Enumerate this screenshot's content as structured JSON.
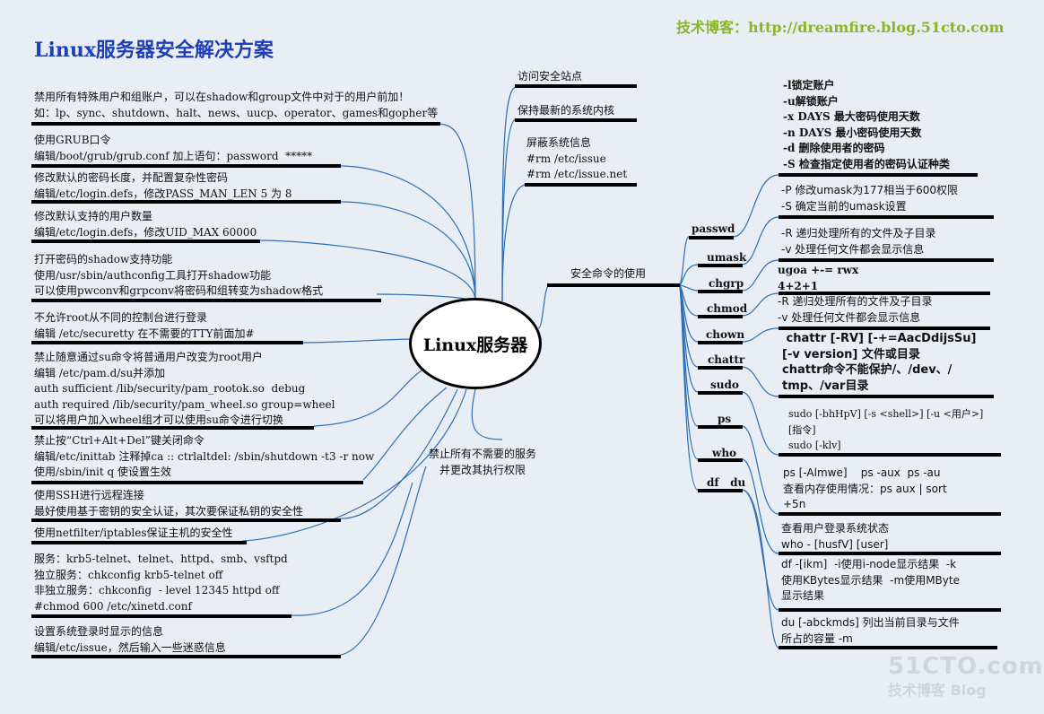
{
  "header": {
    "title": "Linux服务器安全解决方案",
    "blog": "技术博客：http://dreamfire.blog.51cto.com"
  },
  "center_label": "Linux服务器",
  "left_items": [
    "禁用所有特殊用户和组账户，可以在shadow和group文件中对于的用户前加！\n如：lp、sync、shutdown、halt、news、uucp、operator、games和gopher等",
    "使用GRUB口令\n编辑/boot/grub/grub.conf 加上语句：password  *****",
    "修改默认的密码长度，并配置复杂性密码\n编辑/etc/login.defs，修改PASS_MAN_LEN 5 为 8",
    "修改默认支持的用户数量\n编辑/etc/login.defs，修改UID_MAX 60000",
    "打开密码的shadow支持功能\n使用/usr/sbin/authconfig工具打开shadow功能\n可以使用pwconv和grpconv将密码和组转变为shadow格式",
    "不允许root从不同的控制台进行登录\n编辑 /etc/securetty 在不需要的TTY前面加#",
    "禁止随意通过su命令将普通用户改变为root用户\n编辑 /etc/pam.d/su并添加\nauth sufficient /lib/security/pam_rootok.so  debug\nauth required /lib/security/pam_wheel.so group=wheel\n可以将用户加入wheel组才可以使用su命令进行切换",
    "禁止按“Ctrl+Alt+Del”键关闭命令\n编辑/etc/inittab 注释掉ca :: ctrlaltdel: /sbin/shutdown -t3 -r now\n使用/sbin/init q 使设置生效",
    "使用SSH进行远程连接\n最好使用基于密钥的安全认证，其次要保证私钥的安全性",
    "使用netfilter/iptables保证主机的安全性",
    "服务：krb5-telnet、telnet、httpd、smb、vsftpd\n独立服务：chkconfig krb5-telnet off\n非独立服务：chkconfig  - level 12345 httpd off\n#chmod 600 /etc/xinetd.conf",
    "设置系统登录时显示的信息\n编辑/etc/issue，然后输入一些迷惑信息"
  ],
  "top_branches": [
    "访问安全站点",
    "保持最新的系统内核",
    "屏蔽系统信息\n#rm /etc/issue\n#rm /etc/issue.net"
  ],
  "services_label": "禁止所有不需要的服务\n并更改其执行权限",
  "security_label": "安全命令的使用",
  "commands": [
    "passwd",
    "umask",
    "chgrp",
    "chmod",
    "chown",
    "chattr",
    "sudo",
    "ps",
    "who",
    "df   du"
  ],
  "descriptions": [
    "-l锁定账户\n-u解锁账户\n-x DAYS 最大密码使用天数\n-n DAYS 最小密码使用天数\n-d 删除使用者的密码\n-S 检查指定使用者的密码认证种类",
    "-P 修改umask为177相当于600权限\n-S 确定当前的umask设置",
    "-R 递归处理所有的文件及子目录\n-v 处理任何文件都会显示信息",
    "ugoa +-= rwx\n4+2+1",
    "-R 递归处理所有的文件及子目录\n-v 处理任何文件都会显示信息",
    " chattr [-RV] [-+=AacDdijsSu]\n[-v version] 文件或目录\nchattr命令不能保护/、/dev、/\ntmp、/var目录",
    "sudo [-bhHpV] [-s <shell>] [-u <用户>]\n[指令]\nsudo [-klv]",
    "ps [-Almwe]    ps -aux  ps -au\n查看内存使用情况：ps aux | sort\n+5n",
    "查看用户登录系统状态\nwho - [husfV] [user]",
    "df -[ikm]  -i使用i-node显示结果  -k\n使用KBytes显示结果  -m使用MByte\n显示结果",
    "du [-abckmds] 列出当前目录与文件\n所占的容量 -m"
  ],
  "watermark": {
    "big": "51CTO.com",
    "small": "技术博客  Blog"
  }
}
